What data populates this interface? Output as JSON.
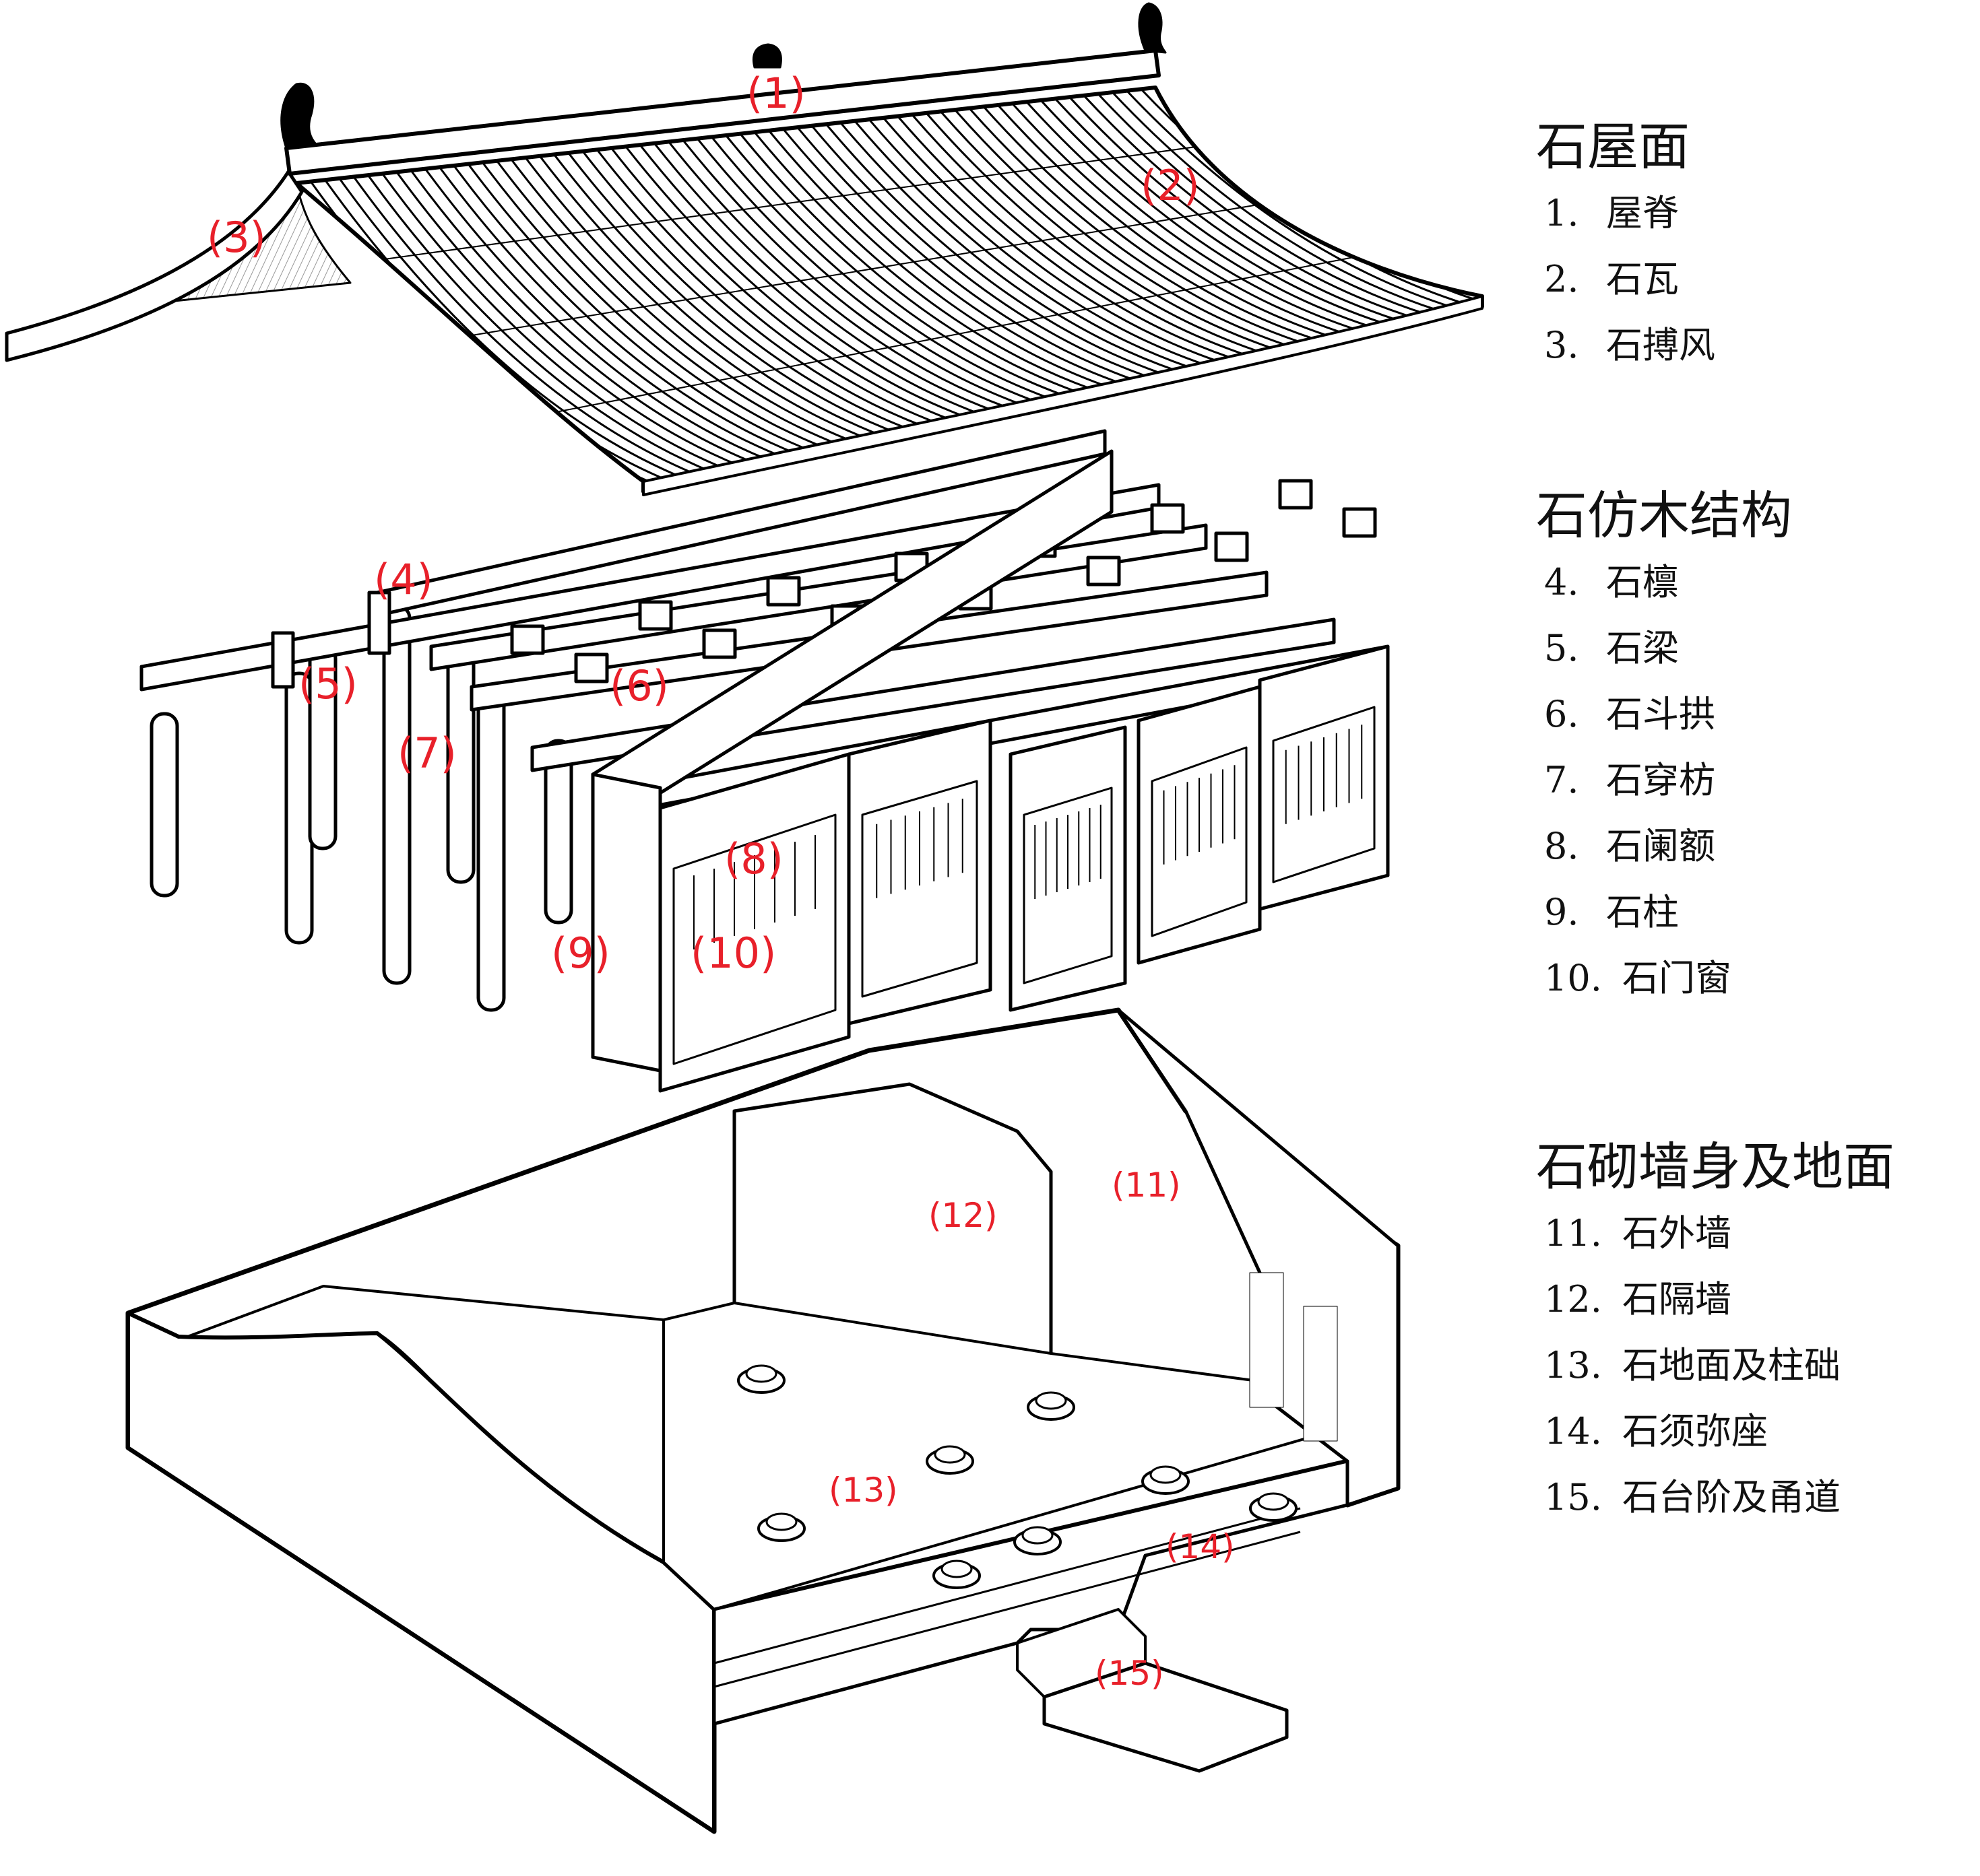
{
  "figure": {
    "callouts": [
      "(1)",
      "(2)",
      "(3)",
      "(4)",
      "(5)",
      "(6)",
      "(7)",
      "(8)",
      "(9)",
      "(10)",
      "(11)",
      "(12)",
      "(13)",
      "(14)",
      "(15)"
    ],
    "label_color": "#e8202a",
    "line_color": "#000000"
  },
  "legend": {
    "groups": [
      {
        "heading": "石屋面",
        "items": [
          {
            "num": "1.",
            "label": "屋脊"
          },
          {
            "num": "2.",
            "label": "石瓦"
          },
          {
            "num": "3.",
            "label": "石搏风"
          }
        ]
      },
      {
        "heading": "石仿木结构",
        "items": [
          {
            "num": "4.",
            "label": "石檩"
          },
          {
            "num": "5.",
            "label": "石梁"
          },
          {
            "num": "6.",
            "label": "石斗拱"
          },
          {
            "num": "7.",
            "label": "石穿枋"
          },
          {
            "num": "8.",
            "label": "石阑额"
          },
          {
            "num": "9.",
            "label": "石柱"
          },
          {
            "num": "10.",
            "label": "石门窗"
          }
        ]
      },
      {
        "heading": "石砌墙身及地面",
        "items": [
          {
            "num": "11.",
            "label": "石外墙"
          },
          {
            "num": "12.",
            "label": "石隔墙"
          },
          {
            "num": "13.",
            "label": "石地面及柱础"
          },
          {
            "num": "14.",
            "label": "石须弥座"
          },
          {
            "num": "15.",
            "label": "石台阶及甬道"
          }
        ]
      }
    ]
  }
}
